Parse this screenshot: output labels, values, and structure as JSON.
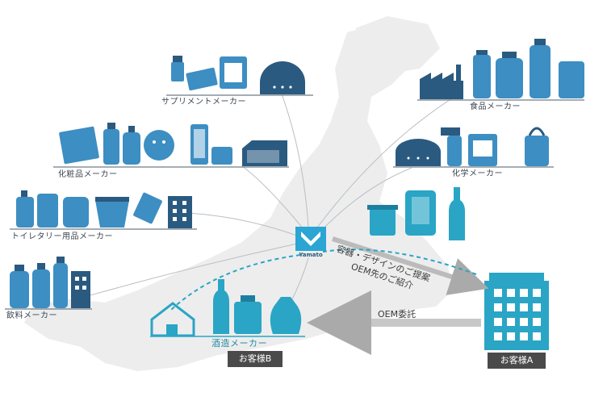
{
  "hub": {
    "logo_word": "Yamato"
  },
  "makers": {
    "supplement": "サプリメントメーカー",
    "cosmetics": "化粧品メーカー",
    "toiletry": "トイレタリー用品メーカー",
    "beverage": "飲料メーカー",
    "food": "食品メーカー",
    "chemical": "化学メーカー",
    "liquor": "酒造メーカー"
  },
  "customers": {
    "a": "お客様A",
    "b": "お客様B"
  },
  "arrows": {
    "proposal": "容器・デザインのご提案",
    "introduction": "OEM先のご紹介",
    "oem": "OEM委託"
  },
  "colors": {
    "icon_blue": "#3d8ec2",
    "icon_dark": "#2a5a80",
    "teal": "#2aa5c5",
    "hub_blue": "#2aa5d4",
    "map_gray": "#ededed"
  }
}
